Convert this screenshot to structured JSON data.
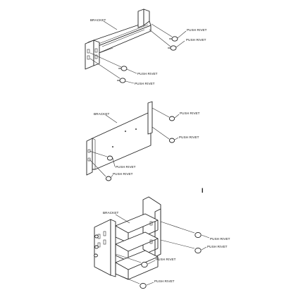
{
  "labels": {
    "bracket": "BRACKET",
    "rivet": "PUSH RIVET",
    "marker": "I"
  },
  "colors": {
    "line": "#222222",
    "background": "#ffffff"
  }
}
